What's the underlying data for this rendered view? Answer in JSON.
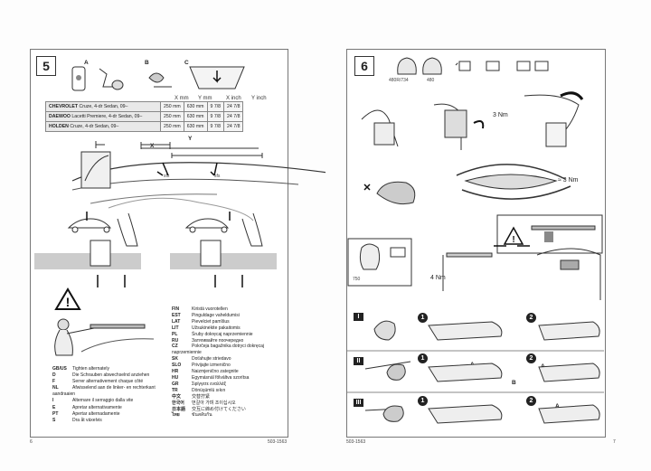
{
  "left_page": {
    "step_number": "5",
    "sub_labels": [
      "A",
      "B",
      "C"
    ],
    "table_headers": [
      "X mm",
      "Y mm",
      "X inch",
      "Y inch"
    ],
    "vehicles": [
      {
        "make": "CHEVROLET",
        "model": "Cruze, 4-dr Sedan, 09–",
        "x_mm": "250 mm",
        "y_mm": "630 mm",
        "x_inch": "9 7/8",
        "y_inch": "24 7/8"
      },
      {
        "make": "DAEWOO",
        "model": "Lacetti Premiere, 4-dr Sedan, 09–",
        "x_mm": "250 mm",
        "y_mm": "630 mm",
        "x_inch": "9 7/8",
        "y_inch": "24 7/8"
      },
      {
        "make": "HOLDEN",
        "model": "Cruze, 4-dr Sedan, 09–",
        "x_mm": "250 mm",
        "y_mm": "630 mm",
        "x_inch": "9 7/8",
        "y_inch": "24 7/8"
      }
    ],
    "dimension_x": "X",
    "dimension_y": "Y",
    "sfs_labels": [
      "sfs",
      "sfs"
    ],
    "languages_left": [
      {
        "code": "GB/US",
        "text": "Tighten alternately"
      },
      {
        "code": "D",
        "text": "Die Schrauben abwechselnd anziehen"
      },
      {
        "code": "F",
        "text": "Serrer alternativement chaque côté"
      },
      {
        "code": "NL",
        "text": "Afwisselend aan de linker- en rechterkant aandraaien"
      },
      {
        "code": "I",
        "text": "Alternare il serraggio dalla vite"
      },
      {
        "code": "E",
        "text": "Apretar alternativamente"
      },
      {
        "code": "PT",
        "text": "Apertar alternadamente"
      },
      {
        "code": "S",
        "text": "Dra åt växelvis"
      }
    ],
    "languages_right": [
      {
        "code": "FIN",
        "text": "Kiristä vuorotellen"
      },
      {
        "code": "EST",
        "text": "Pinguldage vaheldumisi"
      },
      {
        "code": "LAT",
        "text": "Pievelciet pamīšus"
      },
      {
        "code": "LIT",
        "text": "Užsukinėkite pakaitomis"
      },
      {
        "code": "PL",
        "text": "Śruby dokręcaj naprzemiennie"
      },
      {
        "code": "RU",
        "text": "Затягивайте поочередно"
      },
      {
        "code": "CZ",
        "text": "Pokrčeja bagažnika dotryci dokręcaj naprzemiennie"
      },
      {
        "code": "SK",
        "text": "Doťahujte striedavo"
      },
      {
        "code": "SLO",
        "text": "Privijajte izmenično"
      },
      {
        "code": "HR",
        "text": "Naizmjenično zategnite"
      },
      {
        "code": "HU",
        "text": "Egymásnál fölváltva szorítsa"
      },
      {
        "code": "GR",
        "text": "Σφίγγετε εναλλάξ"
      },
      {
        "code": "TR",
        "text": "Dönüşümlü sıkın"
      },
      {
        "code": "中文",
        "text": "交替拧紧"
      },
      {
        "code": "한국어",
        "text": "번갈아 가며 조이십시오"
      },
      {
        "code": "日本語",
        "text": "交互に締め付けてください"
      },
      {
        "code": "ไทย",
        "text": "ขันสลับกัน"
      }
    ],
    "page_number": "6",
    "doc_code": "503-1563"
  },
  "right_page": {
    "step_number": "6",
    "part_labels": [
      "480R/734",
      "480"
    ],
    "torque_1": "3 Nm",
    "torque_2": "≈ 3 Nm",
    "torque_3": "4 Nm",
    "part_750": "750",
    "roman_labels": [
      "I",
      "II",
      "III"
    ],
    "step_circles": [
      "1",
      "2",
      "1",
      "2",
      "1",
      "2"
    ],
    "ab_labels": [
      "A",
      "B",
      "A",
      "B",
      "A",
      "B"
    ],
    "page_number": "7",
    "doc_code": "503-1563"
  }
}
